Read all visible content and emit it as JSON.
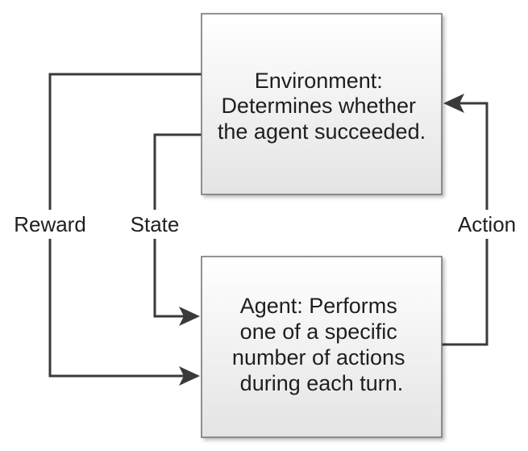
{
  "nodes": {
    "environment": {
      "lines": [
        "Environment:",
        "Determines whether",
        "the agent succeeded."
      ]
    },
    "agent": {
      "lines": [
        "Agent: Performs",
        "one of a specific",
        "number of actions",
        "during each turn."
      ]
    }
  },
  "edges": {
    "reward": {
      "label": "Reward"
    },
    "state": {
      "label": "State"
    },
    "action": {
      "label": "Action"
    }
  },
  "colors": {
    "box_fill_top": "#ffffff",
    "box_fill_bottom": "#e6e6e6",
    "box_stroke": "#6f6f6f",
    "line": "#3a3a3a",
    "text": "#1f1f1f"
  }
}
